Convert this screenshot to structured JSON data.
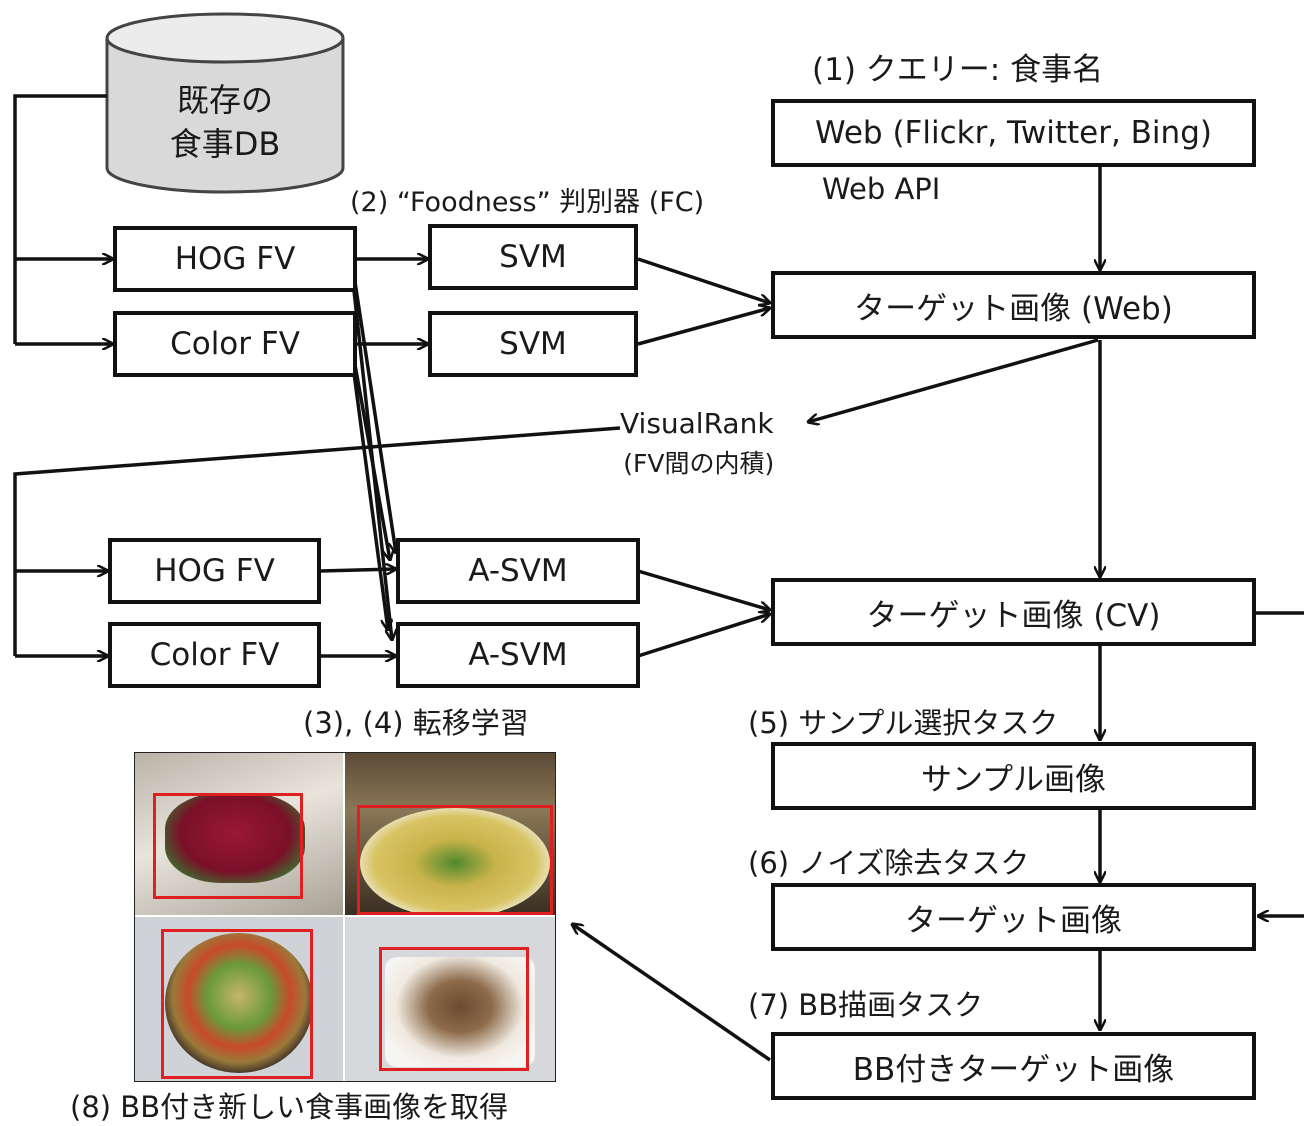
{
  "database": {
    "line1": "既存の",
    "line2": "食事DB"
  },
  "query_label": "(1) クエリー: 食事名",
  "web_box": "Web (Flickr, Twitter, Bing)",
  "web_api": "Web API",
  "fc_label": "(2) “Foodness” 判別器 (FC)",
  "features_top": {
    "hog": "HOG FV",
    "color": "Color FV"
  },
  "svm": {
    "a": "SVM",
    "b": "SVM"
  },
  "target_web": "ターゲット画像 (Web)",
  "visualrank": {
    "line1": "VisualRank",
    "line2": "(FV間の内積)"
  },
  "features_bottom": {
    "hog": "HOG FV",
    "color": "Color FV"
  },
  "asvm": {
    "a": "A-SVM",
    "b": "A-SVM"
  },
  "target_cv": "ターゲット画像 (CV)",
  "transfer_label": "(3), (4) 転移学習",
  "task5": "(5) サンプル選択タスク",
  "sample_box": "サンプル画像",
  "task6": "(6) ノイズ除去タスク",
  "target_box": "ターゲット画像",
  "task7": "(7) BB描画タスク",
  "bb_target_box": "BB付きターゲット画像",
  "result_label": "(8) BB付き新しい食事画像を取得",
  "colors": {
    "box_border": "#111111",
    "bounding_box": "#e02020"
  }
}
